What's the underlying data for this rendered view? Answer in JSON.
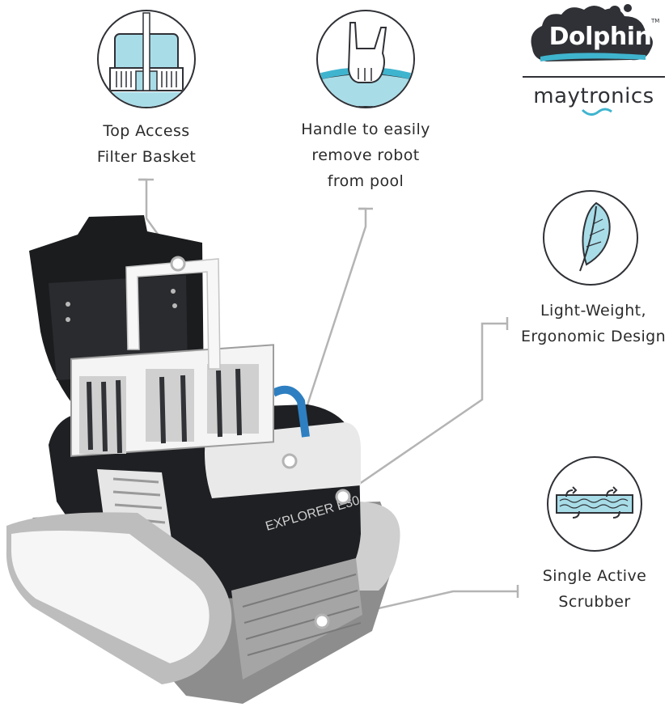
{
  "brand": {
    "logo_text": "Dolphin",
    "trademark": "TM",
    "company": "maytronics",
    "accent_color": "#3fb4cf",
    "dark_color": "#2f3136"
  },
  "features": [
    {
      "icon": "filter-basket-icon",
      "lines": [
        "Top Access",
        "Filter Basket"
      ]
    },
    {
      "icon": "handle-icon",
      "lines": [
        "Handle to easily",
        "remove robot",
        "from pool"
      ]
    },
    {
      "icon": "feather-icon",
      "lines": [
        "Light-Weight,",
        "Ergonomic Design"
      ]
    },
    {
      "icon": "scrubber-icon",
      "lines": [
        "Single Active",
        "Scrubber"
      ]
    }
  ],
  "product": {
    "model_label": "EXPLORER E30"
  }
}
